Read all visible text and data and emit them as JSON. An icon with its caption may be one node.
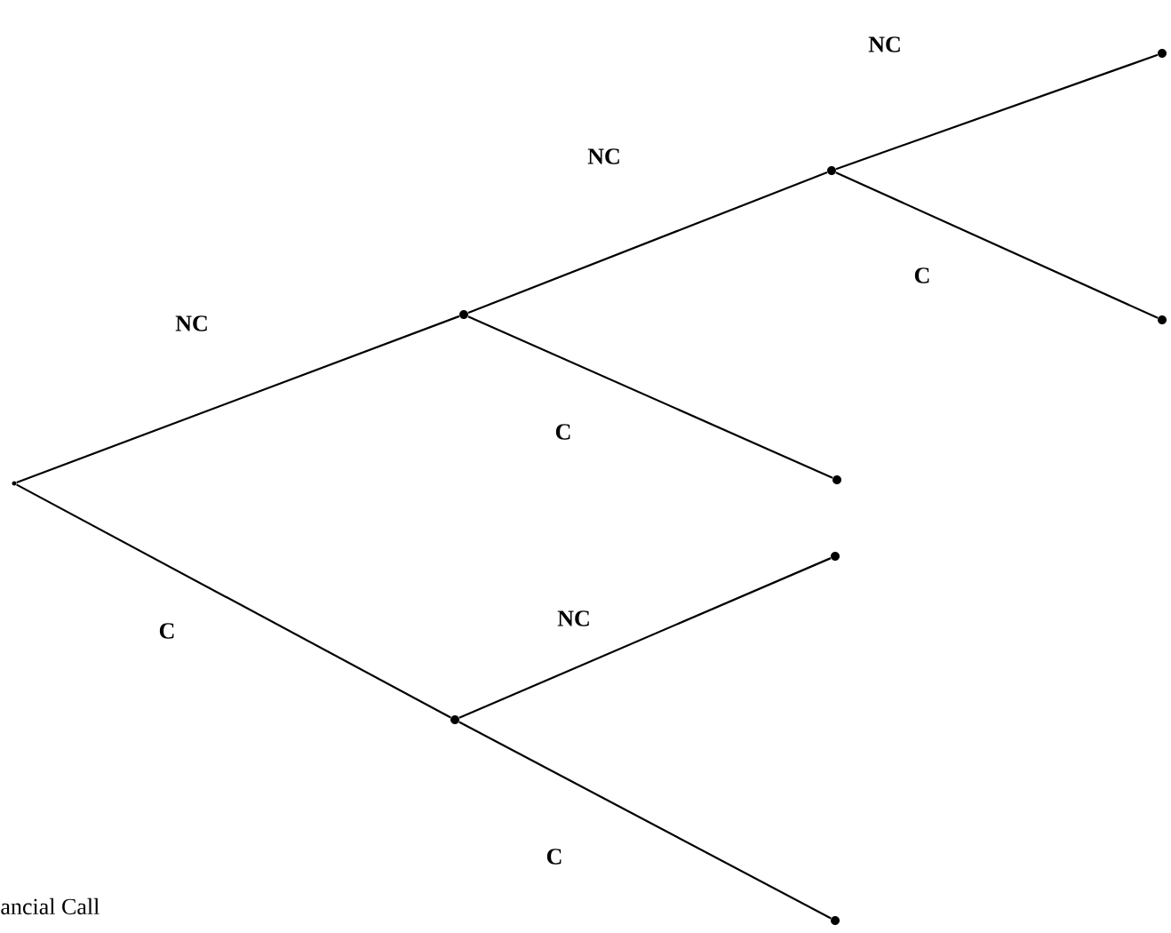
{
  "diagram": {
    "nodes": [
      {
        "text": [],
        "shape": "point"
      },
      {
        "text": [],
        "shape": "circle"
      },
      {
        "text": [],
        "shape": "circle"
      },
      {
        "text": [],
        "shape": "circle"
      },
      {
        "text": [],
        "shape": "circle"
      },
      {
        "text": [],
        "shape": "circle"
      },
      {
        "text": [],
        "shape": "circle"
      },
      {
        "text": [],
        "shape": "circle"
      },
      {
        "text": [],
        "shape": "circle"
      }
    ],
    "edges": [
      {
        "from": 0,
        "to": 1,
        "arrow": "none",
        "label": "NC"
      },
      {
        "from": 1,
        "to": 2,
        "arrow": "none",
        "label": "NC"
      },
      {
        "from": 2,
        "to": 3,
        "arrow": "none",
        "label": "NC"
      },
      {
        "from": 2,
        "to": 4,
        "arrow": "none",
        "label": "C"
      },
      {
        "from": 1,
        "to": 5,
        "arrow": "none",
        "label": "C"
      },
      {
        "from": 0,
        "to": 6,
        "arrow": "none",
        "label": "C"
      },
      {
        "from": 6,
        "to": 7,
        "arrow": "none",
        "label": "NC"
      },
      {
        "from": 6,
        "to": 8,
        "arrow": "none",
        "label": "C"
      }
    ],
    "labels": [
      "ancial Call"
    ]
  }
}
